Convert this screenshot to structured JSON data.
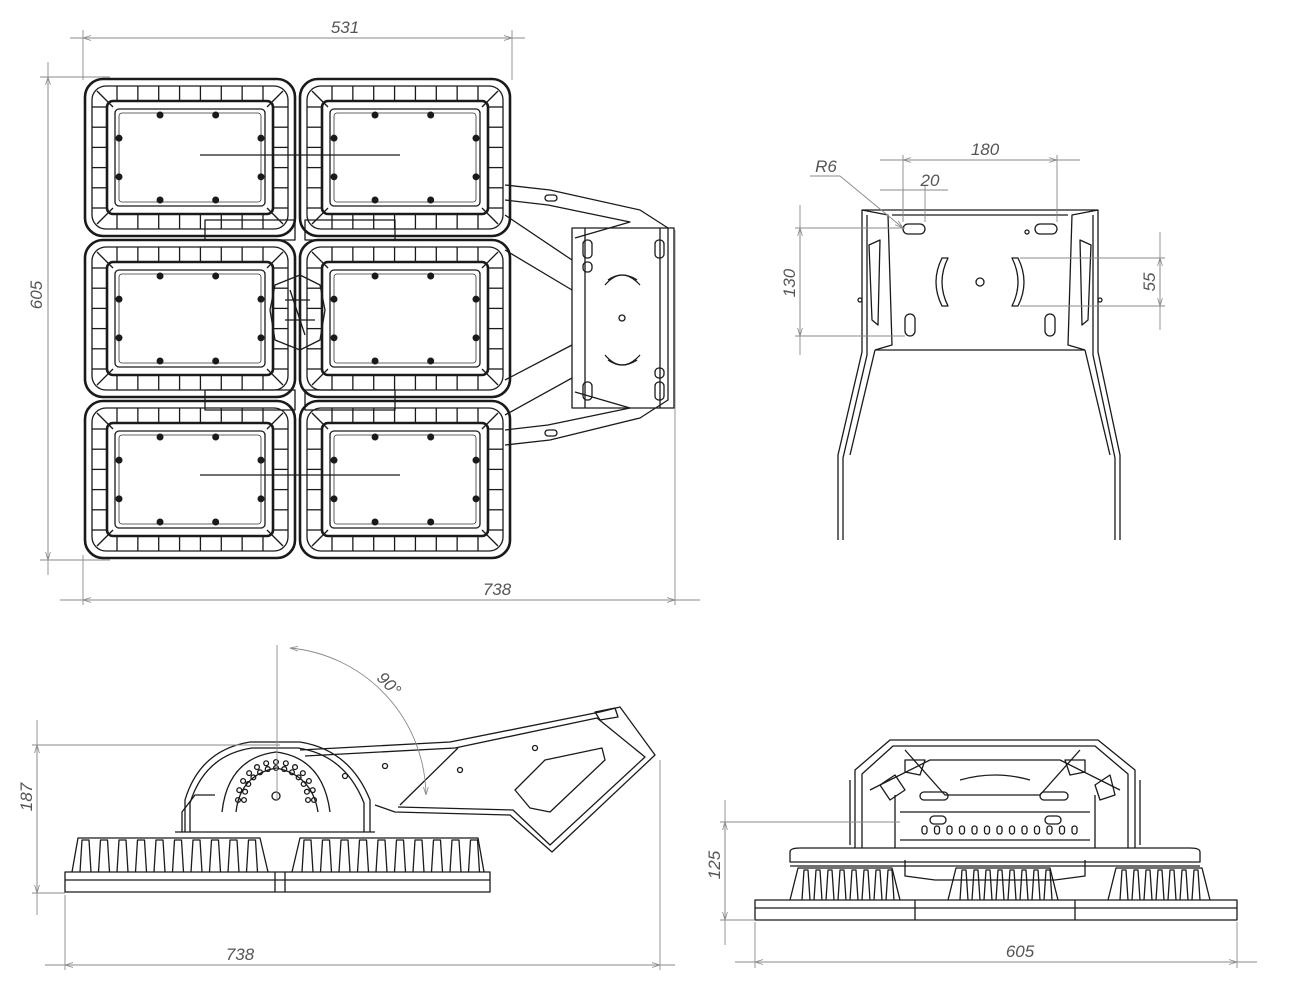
{
  "dimensions": {
    "top_view_width_inner": "531",
    "top_view_width_total": "738",
    "top_view_height": "605",
    "bracket_slot_spacing": "180",
    "bracket_slot_width": "20",
    "bracket_radius": "R6",
    "bracket_height": "130",
    "bracket_arc_height": "55",
    "side_view_width": "738",
    "side_view_height": "187",
    "tilt_angle": "90°",
    "front_view_width": "605",
    "front_view_height": "125"
  }
}
